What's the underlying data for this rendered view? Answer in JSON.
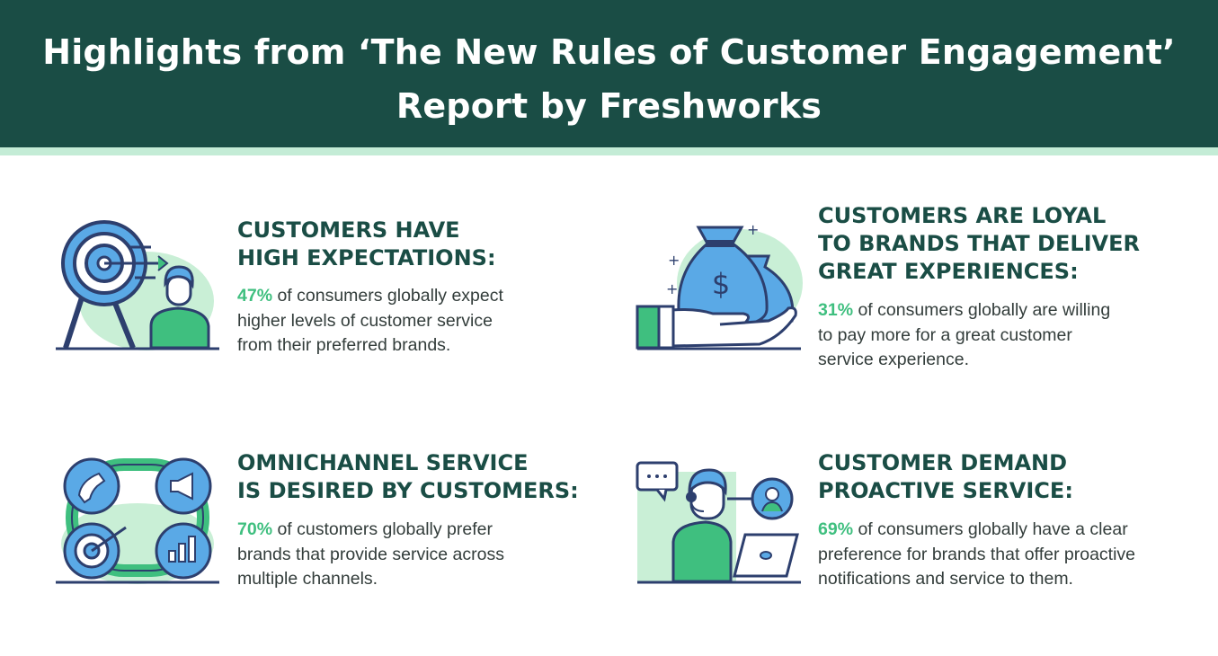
{
  "header": {
    "title_line1": "Highlights from ‘The New Rules of Customer Engagement’",
    "title_line2": "Report by Freshworks"
  },
  "cards": [
    {
      "heading_lines": [
        "CUSTOMERS HAVE",
        "HIGH EXPECTATIONS:"
      ],
      "percent": "47%",
      "body_first": " of consumers globally expect",
      "body_lines": [
        "higher levels of customer service",
        "from their preferred brands."
      ],
      "icon": "target-person-icon"
    },
    {
      "heading_lines": [
        "CUSTOMERS ARE LOYAL",
        "TO BRANDS THAT DELIVER",
        "GREAT EXPERIENCES:"
      ],
      "percent": "31%",
      "body_first": " of consumers globally are willing",
      "body_lines": [
        "to pay more for a great customer",
        "service experience."
      ],
      "icon": "money-bag-hand-icon"
    },
    {
      "heading_lines": [
        "OMNICHANNEL SERVICE",
        "IS DESIRED BY CUSTOMERS:"
      ],
      "percent": "70%",
      "body_first": " of customers globally prefer",
      "body_lines": [
        "brands that provide service across",
        "multiple channels."
      ],
      "icon": "omnichannel-icon"
    },
    {
      "heading_lines": [
        "CUSTOMER DEMAND",
        "PROACTIVE SERVICE:"
      ],
      "percent": "69%",
      "body_first": " of consumers globally have a clear",
      "body_lines": [
        "preference for brands that offer proactive",
        "notifications and service to them."
      ],
      "icon": "support-agent-icon"
    }
  ],
  "colors": {
    "header_bg": "#1a4d45",
    "stripe": "#c4ecd6",
    "heading": "#1a4d45",
    "percent": "#3fbf7f",
    "icon_blue": "#5aa9e6",
    "icon_navy": "#2d3f6e",
    "icon_green": "#c9efd6"
  }
}
